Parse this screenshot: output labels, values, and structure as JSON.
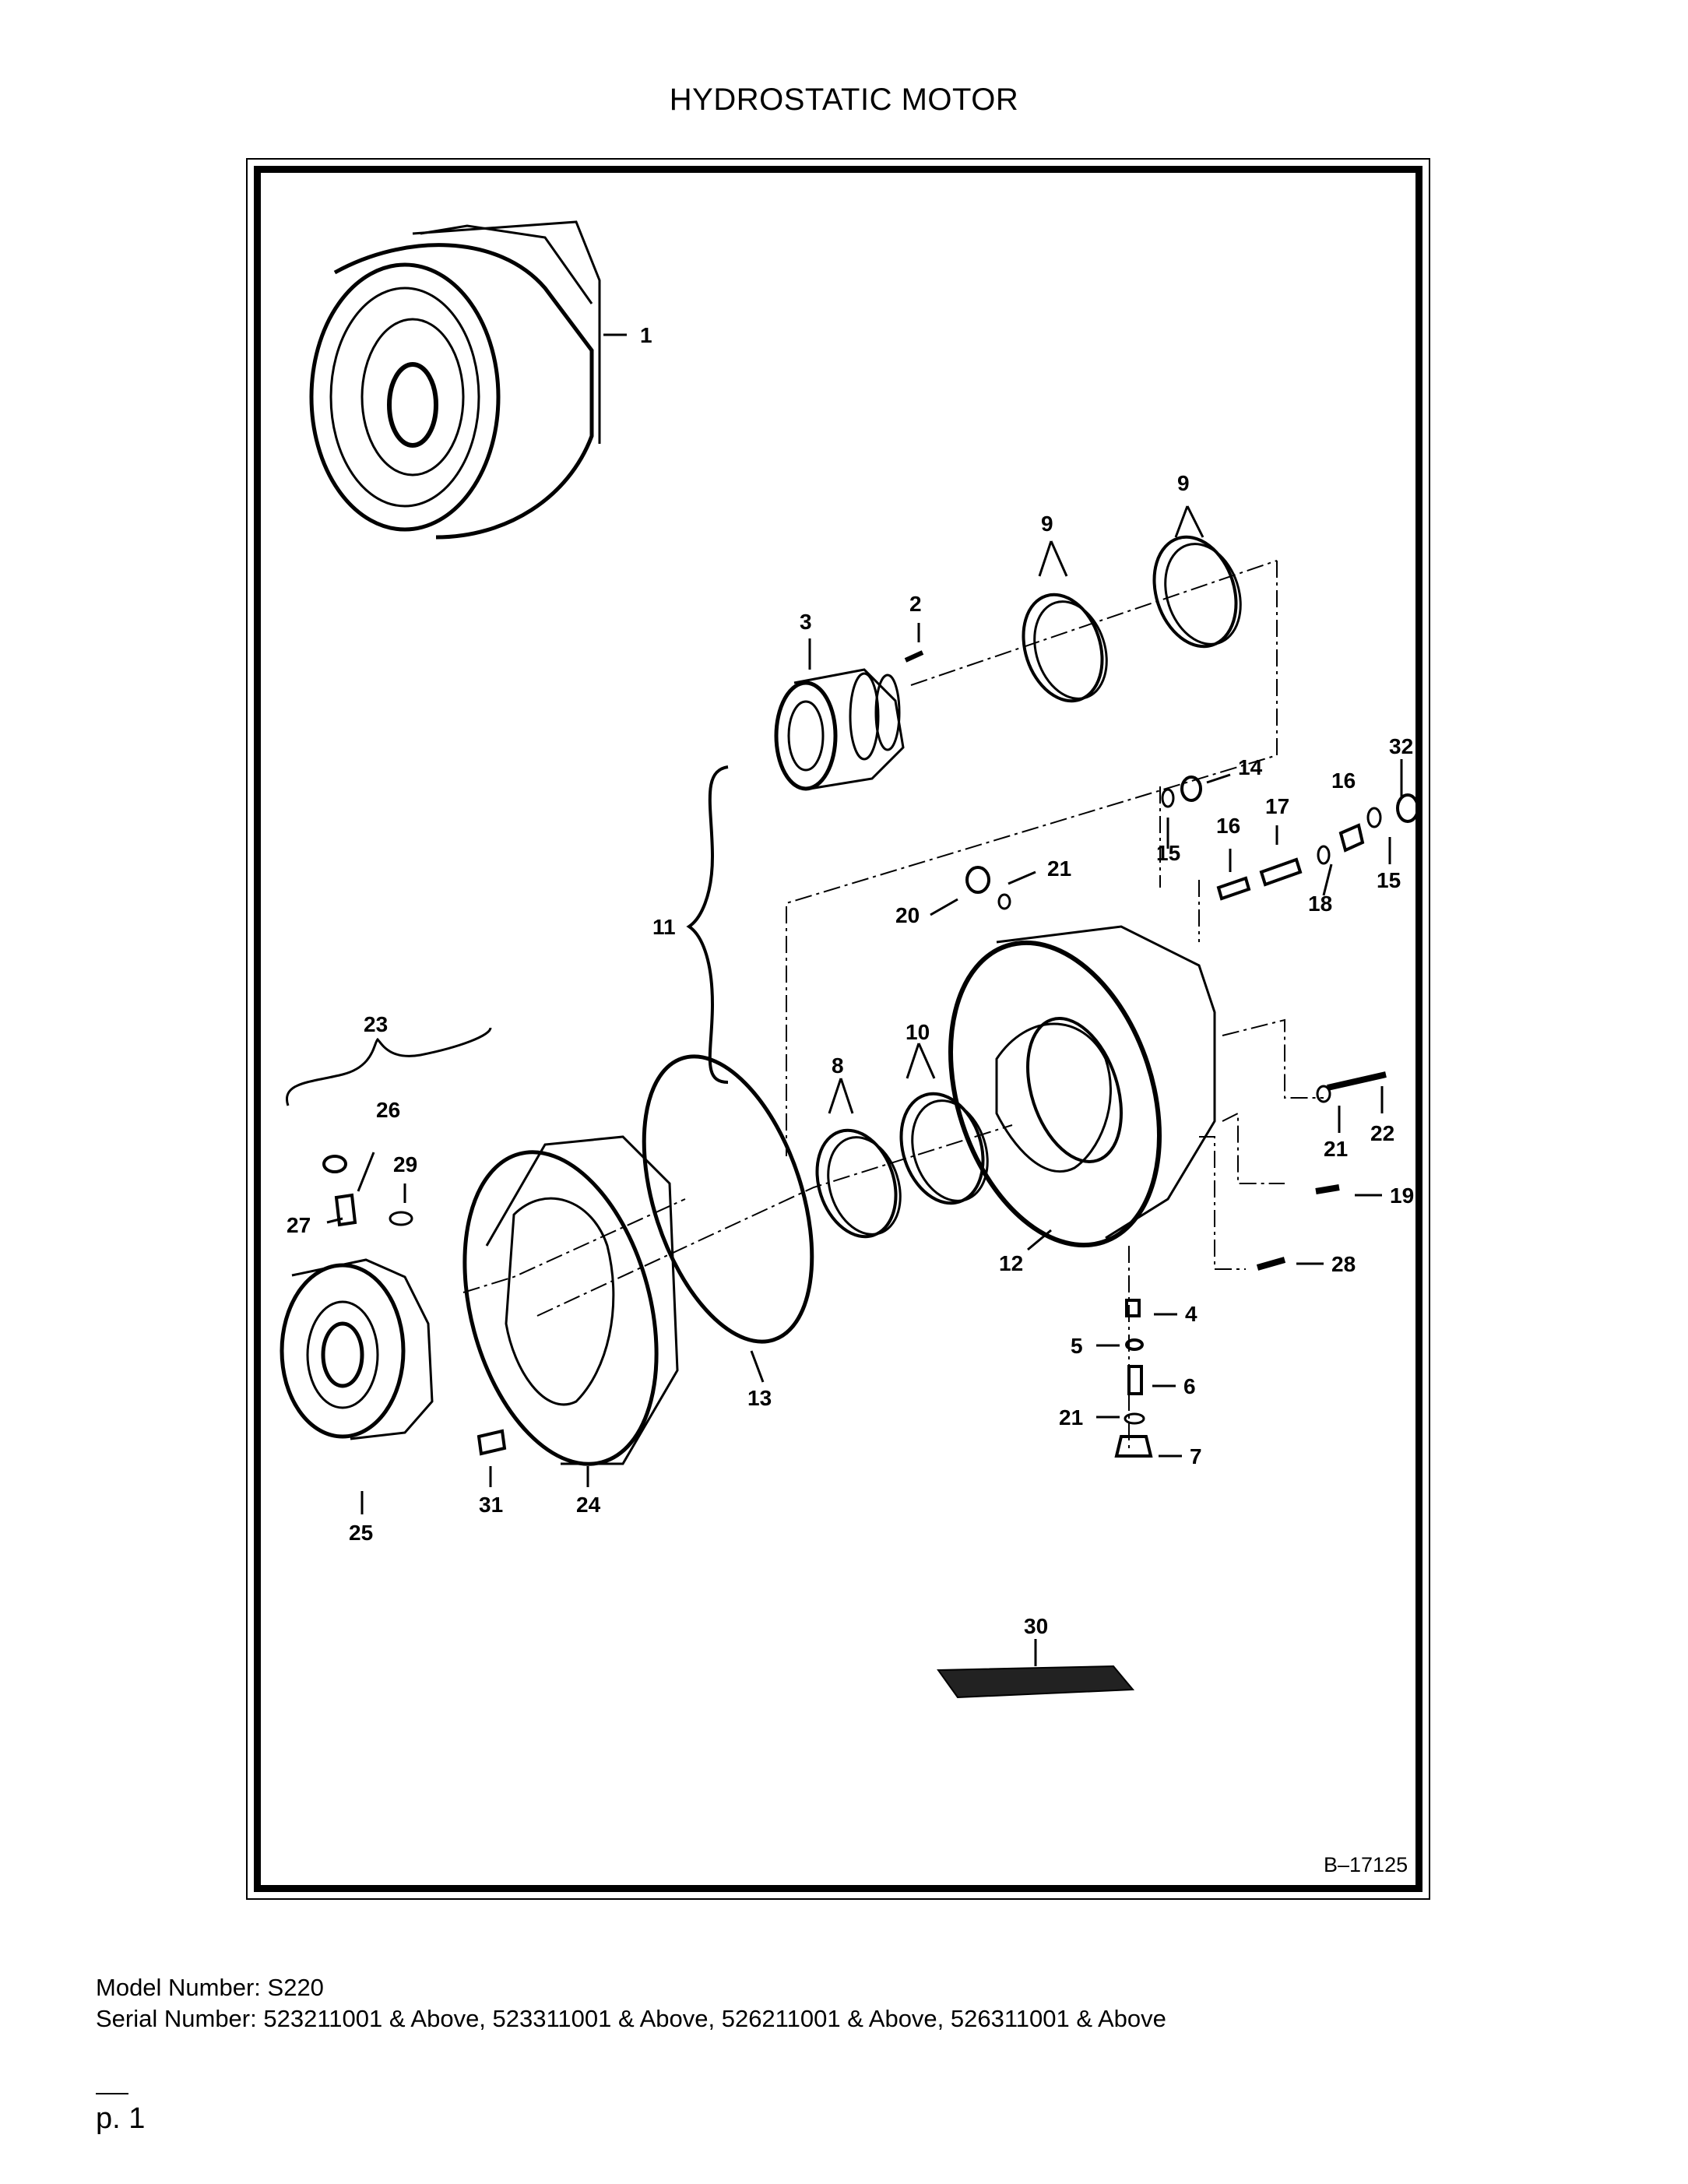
{
  "title": "HYDROSTATIC MOTOR",
  "figure_id": "B–17125",
  "parts": [
    {
      "n": "1"
    },
    {
      "n": "2"
    },
    {
      "n": "3"
    },
    {
      "n": "9"
    },
    {
      "n": "9"
    },
    {
      "n": "14"
    },
    {
      "n": "32"
    },
    {
      "n": "16"
    },
    {
      "n": "17"
    },
    {
      "n": "16"
    },
    {
      "n": "15"
    },
    {
      "n": "15"
    },
    {
      "n": "18"
    },
    {
      "n": "21"
    },
    {
      "n": "20"
    },
    {
      "n": "11"
    },
    {
      "n": "23"
    },
    {
      "n": "10"
    },
    {
      "n": "8"
    },
    {
      "n": "26"
    },
    {
      "n": "29"
    },
    {
      "n": "27"
    },
    {
      "n": "21"
    },
    {
      "n": "22"
    },
    {
      "n": "19"
    },
    {
      "n": "12"
    },
    {
      "n": "28"
    },
    {
      "n": "4"
    },
    {
      "n": "5"
    },
    {
      "n": "6"
    },
    {
      "n": "21"
    },
    {
      "n": "7"
    },
    {
      "n": "13"
    },
    {
      "n": "31"
    },
    {
      "n": "24"
    },
    {
      "n": "25"
    },
    {
      "n": "30"
    }
  ],
  "model_line": "Model Number: S220",
  "serial_line": "Serial Number: 523211001 & Above, 523311001 & Above, 526211001 & Above, 526311001 & Above",
  "page_label": "p. 1"
}
